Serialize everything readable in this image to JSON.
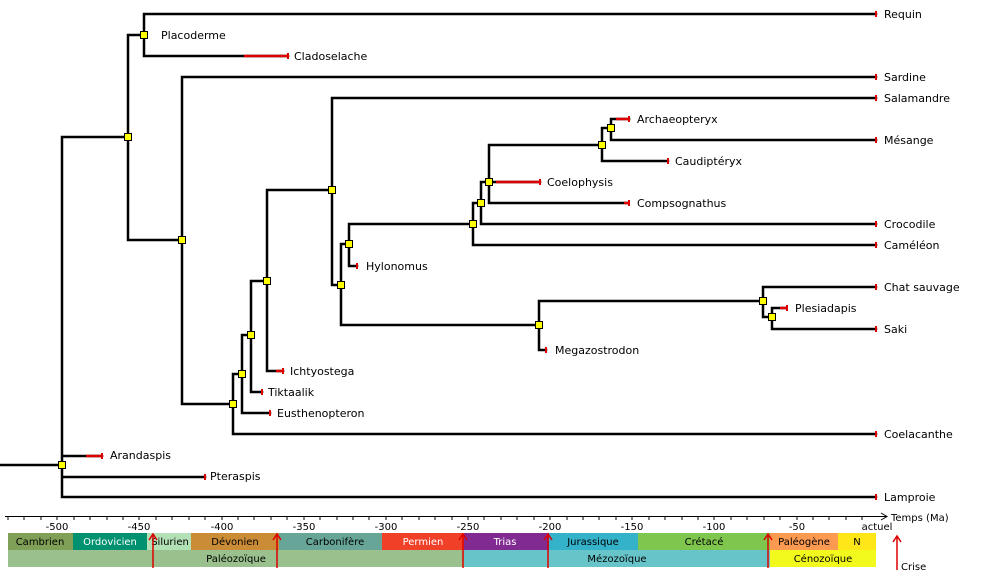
{
  "taxa": {
    "requin": "Requin",
    "placoderme": "Placoderme",
    "cladoselache": "Cladoselache",
    "sardine": "Sardine",
    "salamandre": "Salamandre",
    "archaeopteryx": "Archaeopteryx",
    "mesange": "Mésange",
    "caudipteryx": "Caudiptéryx",
    "coelophysis": "Coelophysis",
    "compsognathus": "Compsognathus",
    "crocodile": "Crocodile",
    "chameleon": "Caméléon",
    "hylonomus": "Hylonomus",
    "chat_sauvage": "Chat sauvage",
    "plesiadapis": "Plesiadapis",
    "saki": "Saki",
    "megazostrodon": "Megazostrodon",
    "ichthyostega": "Ichtyostega",
    "tiktaalik": "Tiktaalik",
    "eusthenopteron": "Eusthenopteron",
    "coelacanthe": "Coelacanthe",
    "arandaspis": "Arandaspis",
    "pteraspis": "Pteraspis",
    "lamproie": "Lamproie"
  },
  "axis": {
    "label": "Temps (Ma)",
    "ticks": [
      "-500",
      "-450",
      "-400",
      "-350",
      "-300",
      "-250",
      "-200",
      "-150",
      "-100",
      "-50",
      "actuel"
    ]
  },
  "periods": {
    "cambrien": "Cambrien",
    "ordovicien": "Ordovicien",
    "silurien": "Silurien",
    "devonien": "Dévonien",
    "carbonifere": "Carbonifère",
    "permien": "Permien",
    "trias": "Trias",
    "jurassique": "Jurassique",
    "cretace": "Crétacé",
    "paleogene": "Paléogène",
    "neogene": "N"
  },
  "eras": {
    "paleozoique": "Paléozoïque",
    "mezozoique": "Mézozoïque",
    "cenozoique": "Cénozoïque"
  },
  "legend": {
    "crisis": "Crise"
  },
  "colors": {
    "branch": "#000000",
    "node": "#ffff00",
    "extinct": "#dd0000",
    "cambrien": "#7fa056",
    "ordovicien": "#009270",
    "silurien": "#b3e1b6",
    "devonien": "#cb8c37",
    "carbonifere": "#67a599",
    "permien": "#f04028",
    "trias": "#812b92",
    "jurassique": "#34b2c9",
    "cretace": "#7fc64e",
    "paleogene": "#fd9a52",
    "neogene": "#ffe619",
    "paleozoique": "#99c08d",
    "mezozoique": "#67c5ca",
    "cenozoique": "#f2f91d"
  }
}
